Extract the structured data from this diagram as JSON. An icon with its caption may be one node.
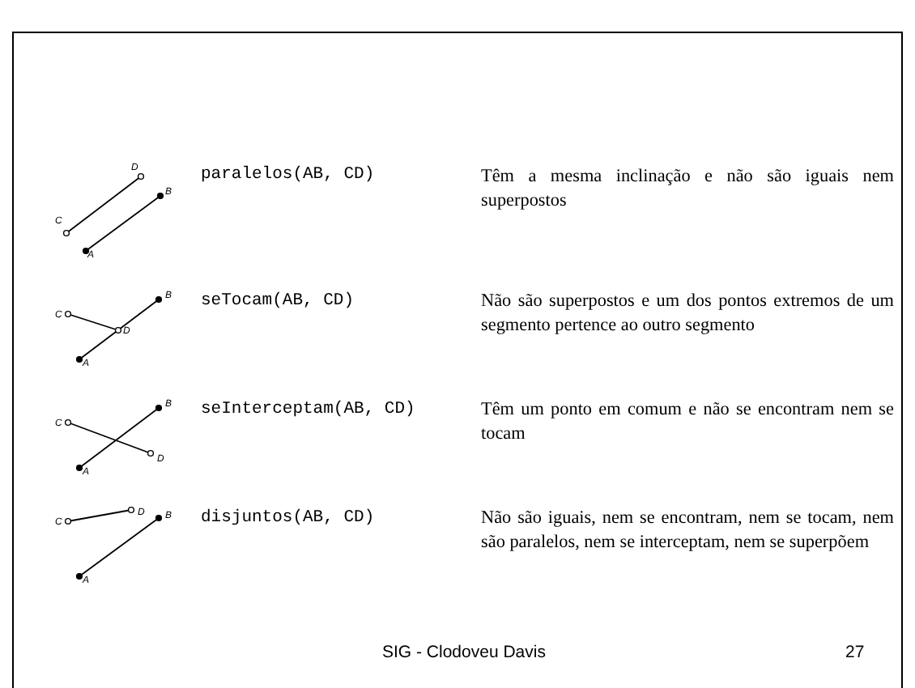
{
  "diagram": {
    "labels": [
      "D",
      "B",
      "C",
      "A",
      "paralelos(AB, CD)",
      "Têm a mesma inclinação e não são iguais nem superpostos",
      "B",
      "C",
      "D",
      "A",
      "seTocam(AB, CD)",
      "Não são superpostos e um dos pontos extremos de um segmento pertence ao outro segmento",
      "B",
      "C",
      "D",
      "A",
      "seInterceptam(AB, CD)",
      "Têm um ponto em comum e não se encontram nem se tocam",
      "D",
      "B",
      "C",
      "A",
      "disjuntos(AB, CD)",
      "Não são iguais, nem se encontram, nem se tocam, nem são paralelos, nem se interceptam, nem se superpõem",
      "SIG - Clodoveu Davis",
      "27"
    ]
  }
}
